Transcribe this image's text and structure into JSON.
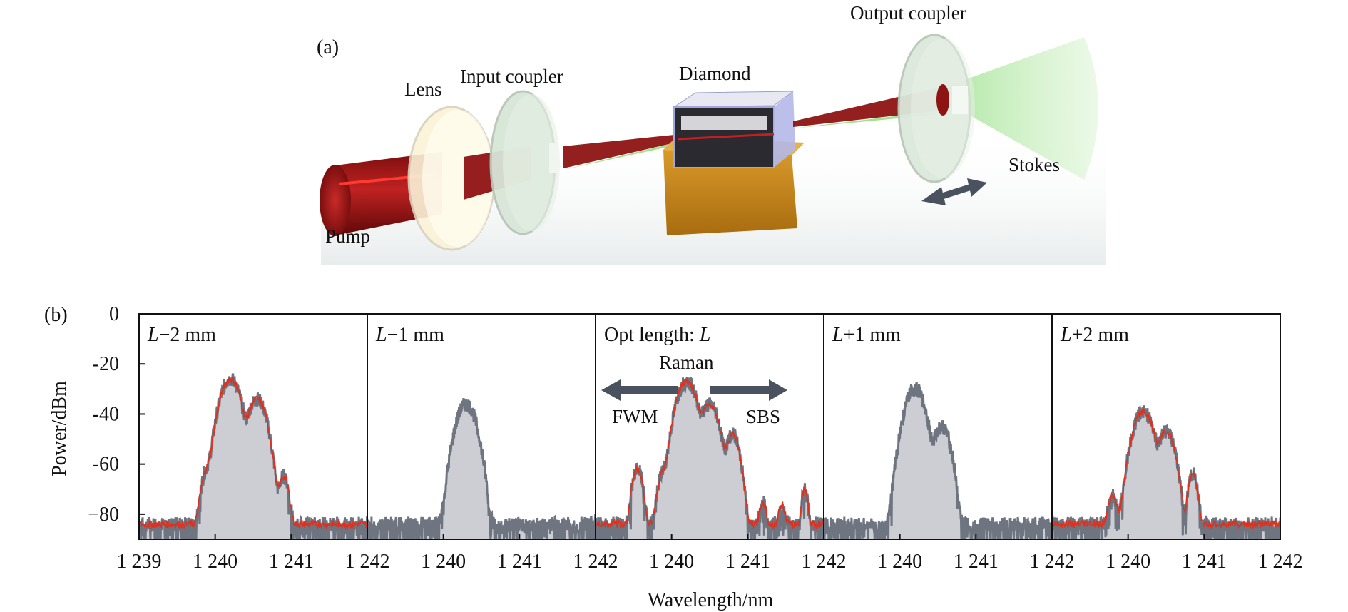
{
  "panel_a": {
    "label": "(a)",
    "labels": {
      "pump": "Pump",
      "lens": "Lens",
      "input_coupler": "Input coupler",
      "diamond": "Diamond",
      "output_coupler": "Output coupler",
      "stokes": "Stokes"
    },
    "colors": {
      "pump_beam": "#a01818",
      "stokes_beam": "#b6e8a8",
      "diamond_mount": "#c98a1a",
      "coupler": "#dde8dc",
      "arrow": "#4a5260"
    }
  },
  "panel_b": {
    "label": "(b)",
    "ylabel": "Power/dBm",
    "xlabel": "Wavelength/nm",
    "yticks": [
      "0",
      "-20",
      "-40",
      "-60",
      "−80"
    ],
    "annotations": {
      "raman": "Raman",
      "fwm": "FWM",
      "sbs": "SBS"
    },
    "colors": {
      "measured": "#6e7480",
      "fit": "#e0301e",
      "arrow": "#4a5260"
    }
  },
  "chart_data": {
    "type": "line",
    "ylabel": "Power/dBm",
    "xlabel": "Wavelength/nm",
    "ylim": [
      -90,
      0
    ],
    "xlim": [
      1239,
      1242
    ],
    "panels": [
      {
        "title_italic": "L",
        "title_rest": "−2 mm",
        "has_fit": true,
        "peaks": [
          [
            1239.9,
            -62,
            0.045
          ],
          [
            1240.2,
            -26,
            0.07
          ],
          [
            1240.55,
            -34,
            0.065
          ],
          [
            1240.9,
            -65,
            0.04
          ]
        ]
      },
      {
        "title_italic": "L",
        "title_rest": "−1 mm",
        "has_fit": false,
        "peaks": [
          [
            1240.3,
            -36,
            0.07
          ]
        ]
      },
      {
        "title_italic": "",
        "title_rest": "Opt length: ",
        "title_suffix_italic": "L",
        "has_fit": true,
        "peaks": [
          [
            1239.55,
            -62,
            0.04
          ],
          [
            1239.9,
            -63,
            0.045
          ],
          [
            1240.2,
            -27,
            0.07
          ],
          [
            1240.5,
            -36,
            0.065
          ],
          [
            1240.8,
            -48,
            0.05
          ],
          [
            1241.2,
            -76,
            0.03
          ],
          [
            1241.45,
            -77,
            0.03
          ],
          [
            1241.75,
            -70,
            0.025
          ]
        ]
      },
      {
        "title_italic": "L",
        "title_rest": "+1 mm",
        "has_fit": false,
        "peaks": [
          [
            1240.2,
            -30,
            0.07
          ],
          [
            1240.55,
            -45,
            0.06
          ]
        ]
      },
      {
        "title_italic": "L",
        "title_rest": "+2 mm",
        "has_fit": true,
        "peaks": [
          [
            1239.8,
            -73,
            0.04
          ],
          [
            1240.2,
            -39,
            0.07
          ],
          [
            1240.5,
            -47,
            0.06
          ],
          [
            1240.85,
            -64,
            0.035
          ]
        ]
      }
    ],
    "noise_floor": -84,
    "xtick_labels": [
      "1 239",
      "1 240",
      "1 241",
      "1 242",
      "1 240",
      "1 241",
      "1 242",
      "1 240",
      "1 241",
      "1 242",
      "1 240",
      "1 241",
      "1 242",
      "1 240",
      "1 241",
      "1 242"
    ]
  }
}
